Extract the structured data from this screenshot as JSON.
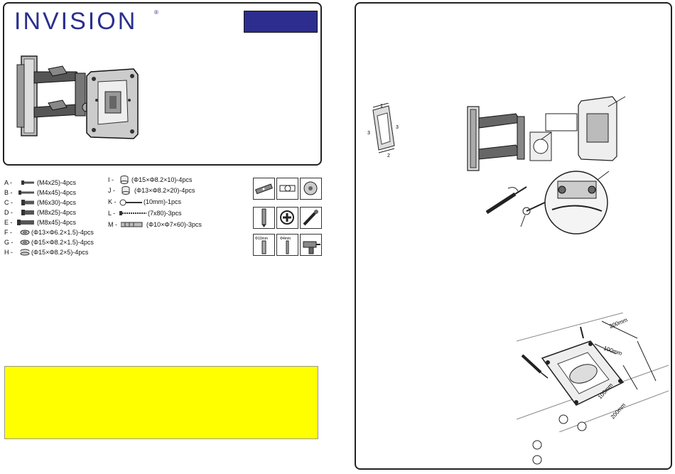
{
  "brand": {
    "name": "INVISION",
    "registered": "®"
  },
  "parts_left": [
    {
      "code": "A -",
      "text": "(M4x25)-4pcs"
    },
    {
      "code": "B -",
      "text": "(M4x45)-4pcs"
    },
    {
      "code": "C -",
      "text": "(M6x30)-4pcs"
    },
    {
      "code": "D -",
      "text": "(M8x25)-4pcs"
    },
    {
      "code": "E -",
      "text": "(M8x45)-4pcs"
    },
    {
      "code": "F -",
      "text": "(Φ13×Φ6.2×1.5)-4pcs"
    },
    {
      "code": "G -",
      "text": "(Φ15×Φ8.2×1.5)-4pcs"
    },
    {
      "code": "H -",
      "text": "(Φ15×Φ8.2×5)-4pcs"
    }
  ],
  "parts_right": [
    {
      "code": "I -",
      "text": "(Φ15×Φ8.2×10)-4pcs"
    },
    {
      "code": "J -",
      "text": "(Φ13×Φ8.2×20)-4pcs"
    },
    {
      "code": "K -",
      "text": "(10mm)-1pcs"
    },
    {
      "code": "L -",
      "text": "(7x80)-3pcs"
    },
    {
      "code": "M -",
      "text": "(Φ10×Φ7×60)-3pcs"
    }
  ],
  "drill_labels": {
    "bit1": "Φ10mm",
    "bit2": "Φ4mm"
  },
  "rotation_labels": [
    "1",
    "2",
    "3",
    "3"
  ],
  "dimensions": {
    "outer_top": "200mm",
    "inner_top": "100mm",
    "inner_side": "100mm",
    "outer_side": "200mm"
  },
  "colors": {
    "brand_blue": "#2a2f8e",
    "box_blue": "#2d2d8f",
    "notice_yellow": "#ffff00"
  }
}
